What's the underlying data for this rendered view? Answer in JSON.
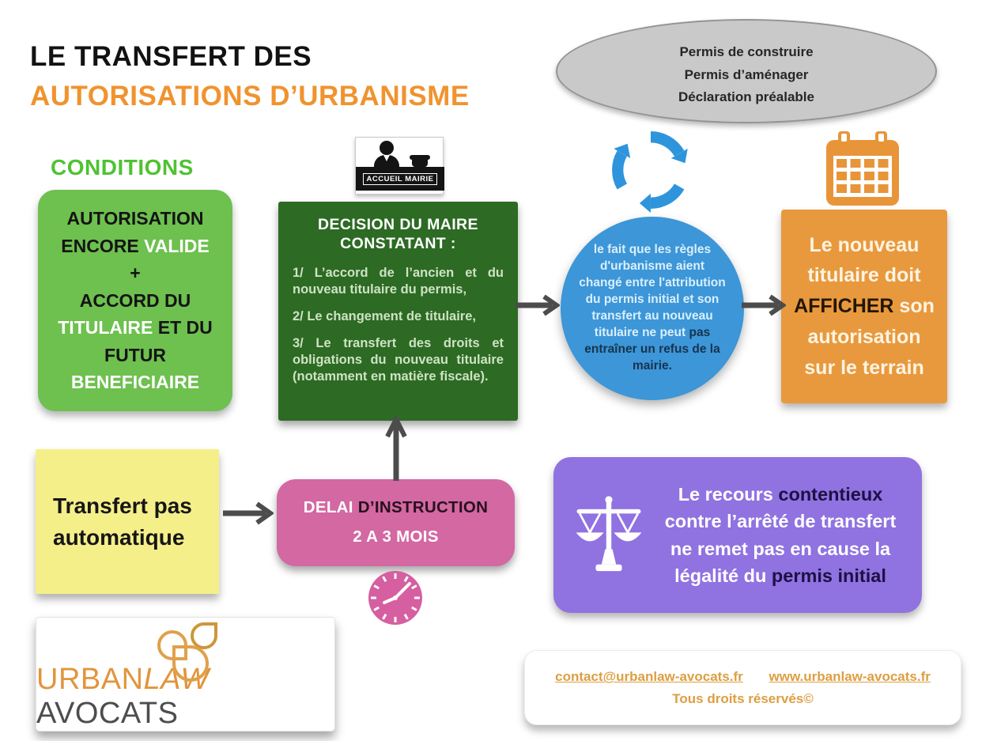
{
  "header": {
    "title_line1": "LE TRANSFERT DES",
    "title_line2": "AUTORISATIONS D’URBANISME"
  },
  "permit_types": {
    "lines": [
      "Permis de construire",
      "Permis d’aménager",
      "Déclaration préalable"
    ]
  },
  "conditions": {
    "heading": "CONDITIONS",
    "segments": [
      {
        "t": "AUTORISATION\nENCORE ",
        "s": "base"
      },
      {
        "t": "VALIDE",
        "s": "alt"
      },
      {
        "t": "\n+\nACCORD DU\n",
        "s": "base"
      },
      {
        "t": "TITULAIRE",
        "s": "alt"
      },
      {
        "t": " ET DU\nFUTUR\n",
        "s": "base"
      },
      {
        "t": "BENEFICIAIRE",
        "s": "alt"
      }
    ]
  },
  "mayor_decision": {
    "icon_label": "ACCUEIL MAIRIE",
    "heading": "DECISION DU MAIRE CONSTATANT :",
    "items": [
      "1/ L’accord de l’ancien et du nouveau titulaire du permis,",
      "2/ Le changement de titulaire,",
      "3/ Le transfert des droits et obligations du nouveau titulaire (notamment en matière fiscale)."
    ]
  },
  "rules_change": {
    "segments": [
      {
        "t": "le fait que les règles d'urbanisme aient changé entre l'attribution du permis initial et son transfert au nouveau titulaire ne peut ",
        "s": "base"
      },
      {
        "t": "pas entraîner un refus de la mairie.",
        "s": "alt"
      }
    ]
  },
  "display_obligation": {
    "segments": [
      {
        "t": "Le nouveau titulaire doit ",
        "s": "base"
      },
      {
        "t": "AFFICHER",
        "s": "alt"
      },
      {
        "t": " son autorisation sur le terrain",
        "s": "base"
      }
    ]
  },
  "not_automatic": {
    "text": "Transfert pas automatique"
  },
  "instruction_delay": {
    "segments": [
      {
        "t": "DELAI ",
        "s": "base"
      },
      {
        "t": "D’INSTRUCTION",
        "s": "alt"
      },
      {
        "t": "\n2 A 3 MOIS",
        "s": "base"
      }
    ]
  },
  "litigation": {
    "segments": [
      {
        "t": "Le recours ",
        "s": "base"
      },
      {
        "t": "contentieux",
        "s": "alt"
      },
      {
        "t": " contre l’arrêté de transfert ne remet pas en cause la légalité du ",
        "s": "base"
      },
      {
        "t": "permis initial",
        "s": "alt"
      }
    ]
  },
  "logo": {
    "part1": "URBAN",
    "part2": "LAW",
    "part3": " AVOCATS"
  },
  "footer": {
    "email": "contact@urbanlaw-avocats.fr",
    "website": "www.urbanlaw-avocats.fr",
    "rights": "Tous droits réservés©"
  },
  "icons": {
    "reception": "town-hall-reception-desk",
    "recycle": "recycling-arrows",
    "calendar": "calendar-grid",
    "clock": "clock-face",
    "scales": "scales-of-justice",
    "logo_mark": "four-petal-flower"
  },
  "colors": {
    "title_orange": "#f0932f",
    "green_light": "#6ec04f",
    "green_dark": "#2d6a24",
    "blue": "#3c96d8",
    "orange": "#e8993e",
    "yellow": "#f5ef8a",
    "pink": "#d368a2",
    "purple": "#9072e1",
    "grey_ellipse": "#c9c9c9",
    "arrow_grey": "#4c4c4c",
    "footer_orange": "#dd9e41"
  }
}
